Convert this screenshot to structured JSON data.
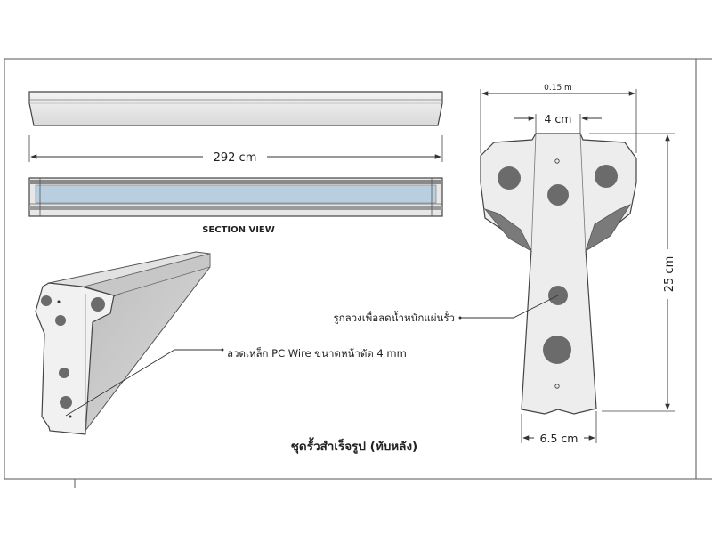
{
  "labels": {
    "length_dim": "292 cm",
    "section_view": "SECTION VIEW",
    "width_top": "0.15 m",
    "inner_width": "4 cm",
    "height_dim": "25 cm",
    "bottom_width": "6.5 cm",
    "hole_note": "รูกลวงเพื่อลดน้ำหนักแผ่นรั้ว",
    "wire_note": "ลวดเหล็ก PC Wire ขนาดหน้าตัด 4 mm",
    "caption": "ชุดรั้วสำเร็จรูป (ทับหลัง)"
  },
  "colors": {
    "line": "#333333",
    "concrete_light": "#efefef",
    "concrete_mid": "#cfcfcf",
    "concrete_dark": "#a9a9a9",
    "hole": "#6b6b6b",
    "accent_blue": "#b9cfe0"
  }
}
